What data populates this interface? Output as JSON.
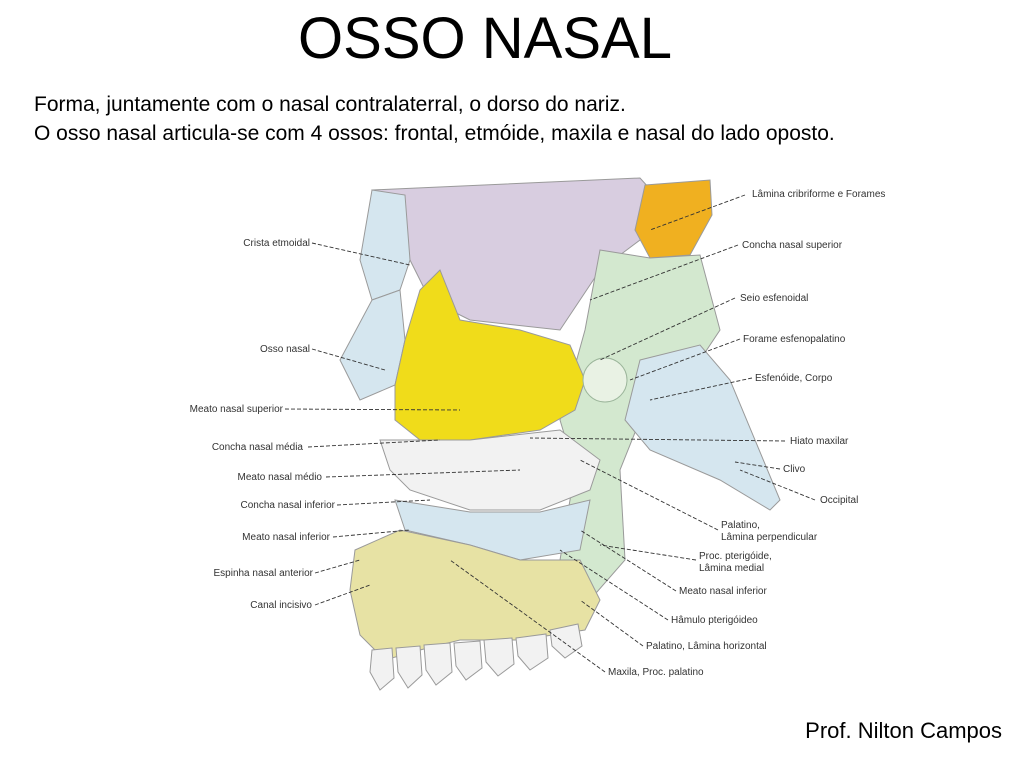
{
  "title": "OSSO NASAL",
  "intro": {
    "line1": "Forma, juntamente com o nasal contralaterral, o dorso do nariz.",
    "line2": "O osso nasal articula-se com 4 ossos: frontal, etmóide, maxila e nasal do lado oposto."
  },
  "labels": {
    "left": [
      "Crista etmoidal",
      "Osso nasal",
      "Meato nasal superior",
      "Concha nasal média",
      "Meato nasal médio",
      "Concha nasal inferior",
      "Meato nasal inferior",
      "Espinha nasal anterior",
      "Canal incisivo"
    ],
    "right": [
      "Lâmina cribriforme e Forames",
      "Concha nasal superior",
      "Seio esfenoidal",
      "Forame esfenopalatino",
      "Esfenóide, Corpo",
      "Hiato maxilar",
      "Clivo",
      "Occipital",
      "Palatino,",
      "Lâmina perpendicular",
      "Proc. pterigóide,",
      "Lâmina medial",
      "Meato nasal inferior",
      "Hâmulo pterigóideo",
      "Palatino, Lâmina horizontal",
      "Maxila, Proc. palatino"
    ]
  },
  "colors": {
    "ethmoid": "#f0dc1a",
    "frontal": "#d8cde0",
    "sphenoid": "#d3e8cf",
    "orange": "#f0b020",
    "maxilla": "#e7e2a4",
    "occipital": "#d5e6ef",
    "teeth": "#f2f2f2"
  },
  "footer": "Prof. Nilton Campos"
}
